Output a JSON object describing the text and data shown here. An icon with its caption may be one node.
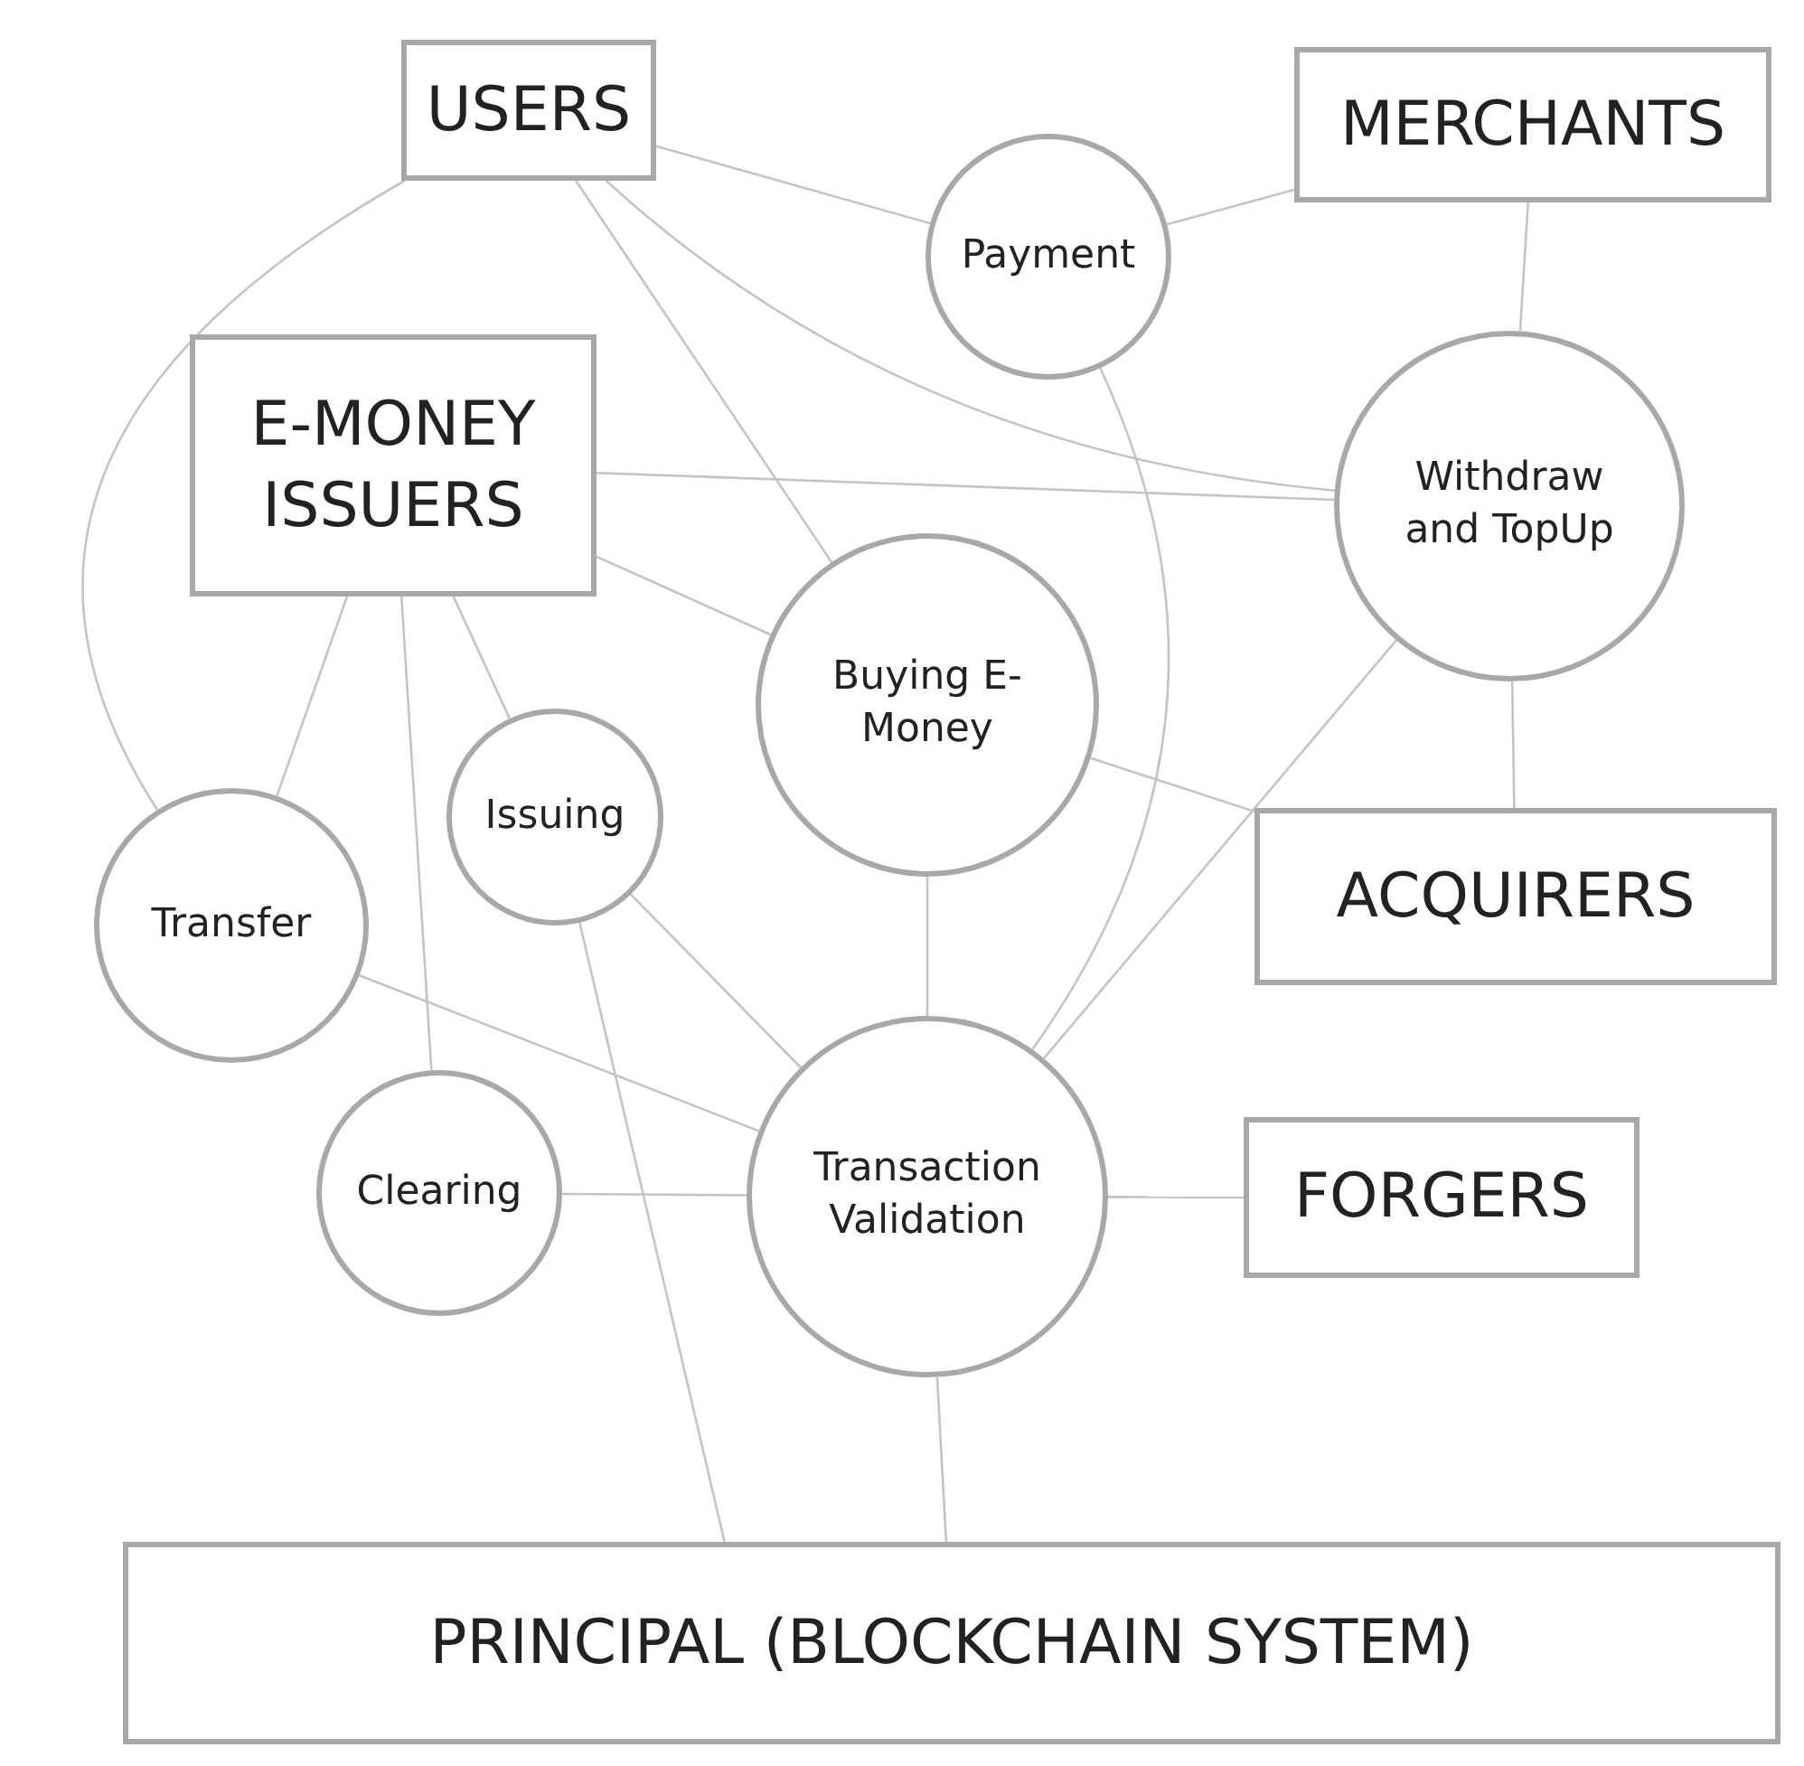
{
  "diagram": {
    "nodes": [
      {
        "text": [
          "USERS"
        ]
      },
      {
        "text": [
          "MERCHANTS"
        ]
      },
      {
        "text": [
          "Payment"
        ]
      },
      {
        "text": [
          "E-MONEY ISSUERS"
        ]
      },
      {
        "text": [
          "Withdraw and TopUp"
        ]
      },
      {
        "text": [
          "Buying E-Money"
        ]
      },
      {
        "text": [
          "Issuing"
        ]
      },
      {
        "text": [
          "Transfer"
        ]
      },
      {
        "text": [
          "ACQUIRERS"
        ]
      },
      {
        "text": [
          "Clearing"
        ]
      },
      {
        "text": [
          "Transaction Validation"
        ]
      },
      {
        "text": [
          "FORGERS"
        ]
      },
      {
        "text": [
          "PRINCIPAL (BLOCKCHAIN SYSTEM)"
        ]
      }
    ],
    "edges": [
      {
        "from": 0,
        "to": 2,
        "arrow": "none"
      },
      {
        "from": 0,
        "to": 7,
        "arrow": "none"
      },
      {
        "from": 0,
        "to": 5,
        "arrow": "none"
      },
      {
        "from": 0,
        "to": 4,
        "arrow": "none"
      },
      {
        "from": 2,
        "to": 1,
        "arrow": "none"
      },
      {
        "from": 1,
        "to": 4,
        "arrow": "none"
      },
      {
        "from": 3,
        "to": 4,
        "arrow": "none"
      },
      {
        "from": 3,
        "to": 5,
        "arrow": "none"
      },
      {
        "from": 3,
        "to": 6,
        "arrow": "none"
      },
      {
        "from": 3,
        "to": 7,
        "arrow": "none"
      },
      {
        "from": 3,
        "to": 9,
        "arrow": "none"
      },
      {
        "from": 4,
        "to": 8,
        "arrow": "none"
      },
      {
        "from": 4,
        "to": 10,
        "arrow": "none"
      },
      {
        "from": 5,
        "to": 8,
        "arrow": "none"
      },
      {
        "from": 5,
        "to": 10,
        "arrow": "none"
      },
      {
        "from": 2,
        "to": 10,
        "arrow": "none"
      },
      {
        "from": 6,
        "to": 10,
        "arrow": "none"
      },
      {
        "from": 6,
        "to": 12,
        "arrow": "none"
      },
      {
        "from": 7,
        "to": 10,
        "arrow": "none"
      },
      {
        "from": 9,
        "to": 10,
        "arrow": "none"
      },
      {
        "from": 10,
        "to": 11,
        "arrow": "none"
      },
      {
        "from": 10,
        "to": 12,
        "arrow": "none"
      }
    ]
  }
}
